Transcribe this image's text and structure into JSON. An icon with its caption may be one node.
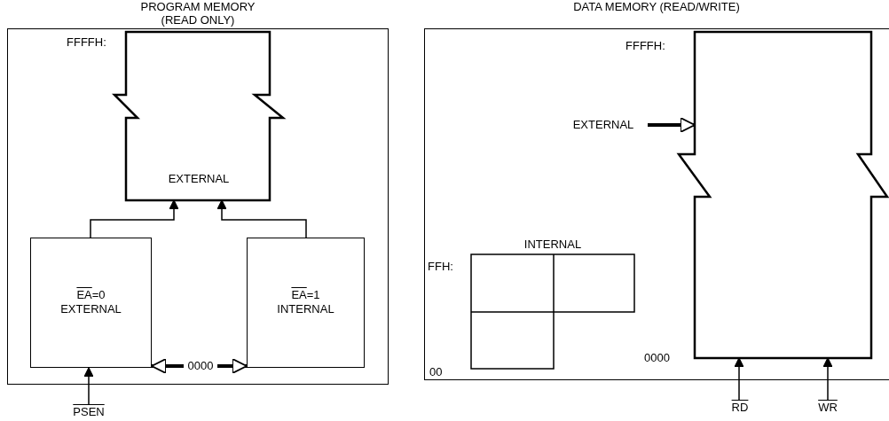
{
  "diagram": {
    "nodes": [
      {
        "text": [
          "PROGRAM MEMORY (READ ONLY)"
        ]
      },
      {
        "text": [
          "EXTERNAL"
        ],
        "beside": [
          "FFFFH:"
        ],
        "in": 0
      },
      {
        "text": [
          "EA=0",
          "EXTERNAL"
        ],
        "in": 0
      },
      {
        "text": [
          "EA=1",
          "INTERNAL"
        ],
        "in": 0
      },
      {
        "text": [
          "0000"
        ],
        "in": 0
      },
      {
        "text": [
          "PSEN"
        ]
      },
      {
        "text": [
          "DATA MEMORY (READ/WRITE)"
        ]
      },
      {
        "text": [
          "EXTERNAL"
        ],
        "in": 6
      },
      {
        "text": [],
        "shape": "box",
        "beside": [
          "FFFFH:",
          "0000"
        ],
        "in": 6
      },
      {
        "text": [
          "INTERNAL"
        ],
        "beside": [
          "FFH:",
          "00"
        ],
        "in": 6
      },
      {
        "text": [
          "RD"
        ]
      },
      {
        "text": [
          "WR"
        ]
      }
    ],
    "edges": [
      {
        "from": 2,
        "to": 1,
        "arrow": "to"
      },
      {
        "from": 3,
        "to": 1,
        "arrow": "to"
      },
      {
        "from": 4,
        "to": 2,
        "arrow": "to",
        "style": "thick"
      },
      {
        "from": 4,
        "to": 3,
        "arrow": "to",
        "style": "thick"
      },
      {
        "from": 5,
        "to": 2,
        "arrow": "to"
      },
      {
        "from": 7,
        "to": 8,
        "arrow": "to",
        "style": "thick"
      },
      {
        "from": 10,
        "to": 8,
        "arrow": "to"
      },
      {
        "from": 11,
        "to": 8,
        "arrow": "to"
      }
    ]
  }
}
